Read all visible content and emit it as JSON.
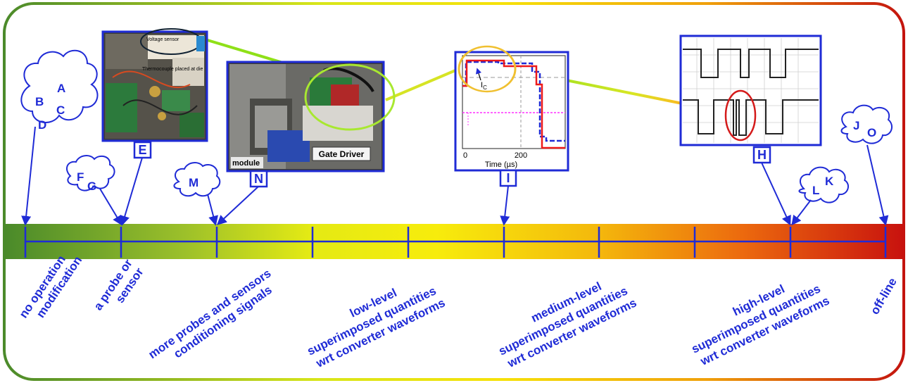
{
  "clouds": [
    {
      "id": "cloud-1",
      "letters": [
        "A",
        "B",
        "C",
        "D"
      ]
    },
    {
      "id": "cloud-2",
      "letters": [
        "F",
        "G"
      ]
    },
    {
      "id": "cloud-3",
      "letters": [
        "M"
      ]
    },
    {
      "id": "cloud-4",
      "letters": [
        "L",
        "K"
      ]
    },
    {
      "id": "cloud-5",
      "letters": [
        "J",
        "O"
      ]
    }
  ],
  "tags": {
    "E": "E",
    "N": "N",
    "I": "I",
    "H": "H"
  },
  "photo_e": {
    "voltage_sensor": "Voltage sensor",
    "thermocouple": "Thermocouple placed at die"
  },
  "photo_n": {
    "module": "module",
    "gate_driver": "Gate Driver"
  },
  "waveform_i": {
    "ic": "I",
    "ic_sub": "C",
    "x0": "0",
    "x200": "200",
    "xlabel": "Time (µs)"
  },
  "labels": {
    "l1a": "no operation",
    "l1b": "modification",
    "l2a": "a probe or",
    "l2b": "sensor",
    "l3a": "more probes and sensors",
    "l3b": "conditioning signals",
    "l4a": "low-level",
    "l4b": "superimposed quantities",
    "l4c": "wrt converter waveforms",
    "l5a": "medium-level",
    "l5b": "superimposed quantities",
    "l5c": "wrt converter waveforms",
    "l6a": "high-level",
    "l6b": "superimposed quantities",
    "l6c": "wrt converter waveforms",
    "l7": "off-line"
  },
  "colors": {
    "frame_start": "#4a8a2a",
    "frame_mid": "#f2e800",
    "frame_end": "#c0140e",
    "blue": "#1f2bd6"
  }
}
